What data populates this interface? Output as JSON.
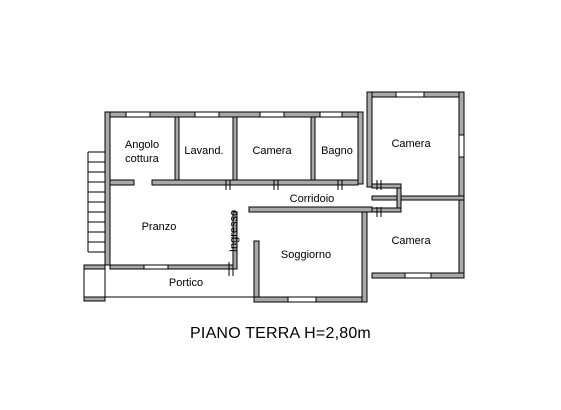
{
  "rooms": {
    "angolo_cottura_line1": "Angolo",
    "angolo_cottura_line2": "cottura",
    "lavanderia": "Lavand.",
    "camera_1": "Camera",
    "bagno": "Bagno",
    "camera_2": "Camera",
    "corridoio": "Corridoio",
    "pranzo": "Pranzo",
    "ingresso": "Ingresso",
    "soggiorno": "Soggiorno",
    "camera_3": "Camera",
    "portico": "Portico"
  },
  "caption": "PIANO TERRA H=2,80m",
  "colors": {
    "walls": "#a9a9a9",
    "lines": "#000000",
    "background": "#ffffff"
  }
}
